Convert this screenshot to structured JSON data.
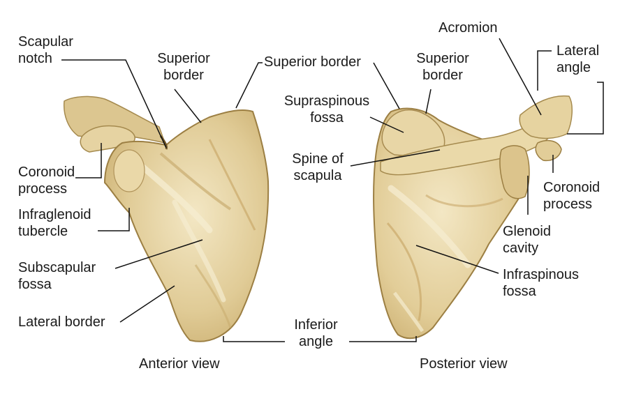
{
  "colors": {
    "bone_fill": "#e3cf9d",
    "bone_light": "#f1e4bf",
    "bone_shadow": "#b89c60",
    "bone_dark": "#8a6e35",
    "leader_line": "#111111",
    "text": "#1a1a1a"
  },
  "anterior": {
    "view_title": "Anterior view",
    "labels": {
      "scapular_notch": [
        "Scapular",
        "notch"
      ],
      "superior_border": [
        "Superior",
        "border"
      ],
      "coronoid_process": [
        "Coronoid",
        "process"
      ],
      "infraglenoid_tubercle": [
        "Infraglenoid",
        "tubercle"
      ],
      "subscapular_fossa": [
        "Subscapular",
        "fossa"
      ],
      "lateral_border": "Lateral border"
    }
  },
  "posterior": {
    "view_title": "Posterior view",
    "labels": {
      "superior_border_top": "Superior border",
      "superior_border": [
        "Superior",
        "border"
      ],
      "acromion": "Acromion",
      "lateral_angle": [
        "Lateral",
        "angle"
      ],
      "supraspinous_fossa": [
        "Supraspinous",
        "fossa"
      ],
      "spine_of_scapula": [
        "Spine of",
        "scapula"
      ],
      "coronoid_process": [
        "Coronoid",
        "process"
      ],
      "glenoid_cavity": [
        "Glenoid",
        "cavity"
      ],
      "infraspinous_fossa": [
        "Infraspinous",
        "fossa"
      ]
    }
  },
  "shared": {
    "inferior_angle": [
      "Inferior",
      "angle"
    ]
  }
}
